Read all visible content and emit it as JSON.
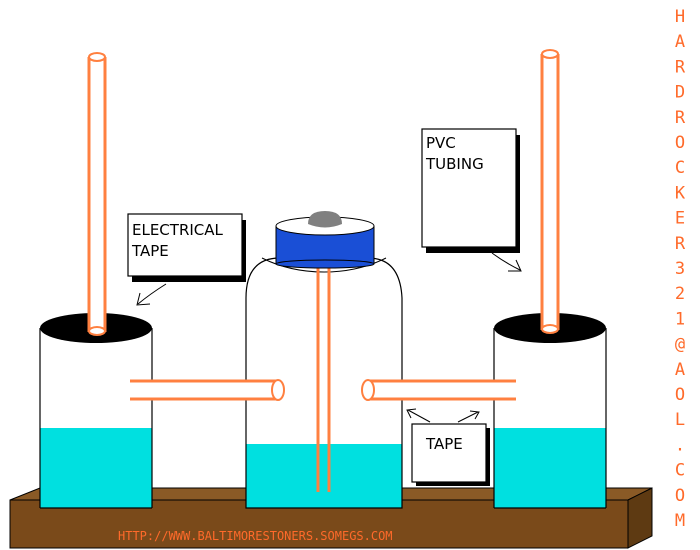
{
  "colors": {
    "tube": "#ff8040",
    "water": "#00e0e0",
    "cap": "#1a4fd6",
    "seal": "#000000",
    "base": "#7a4a1a",
    "knob": "#808080",
    "text_accent": "#ff6a2a"
  },
  "labels": {
    "electrical_tape": [
      "ELECTRICAL",
      "TAPE"
    ],
    "pvc_tubing": [
      "PVC",
      "TUBING"
    ],
    "tape": "TAPE"
  },
  "url_text": "HTTP://WWW.BALTIMORESTONERS.SOMEGS.COM",
  "vertical_text": "HARDROCKER321@AOL.COM"
}
